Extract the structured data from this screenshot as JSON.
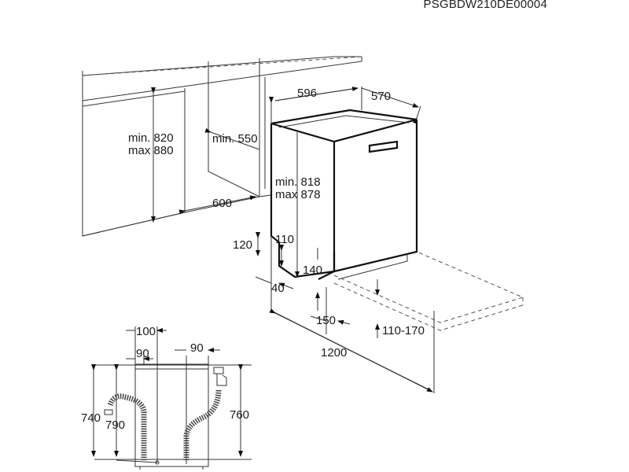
{
  "document_code": "PSGBDW210DE00004",
  "installation_view": {
    "cabinet_height": {
      "min": "min. 820",
      "max": "max 880"
    },
    "niche_depth_min": "min. 550",
    "niche_depth": "600",
    "appliance_width": "596",
    "appliance_depth": "570",
    "appliance_height": {
      "min": "min. 818",
      "max": "max 878"
    },
    "plinth_height": "120",
    "foot_height": "110",
    "plinth_offset": "40",
    "plinth_clearance": "140",
    "plinth_depth": "150",
    "foot_adjust": "110-170",
    "door_opening": "1200"
  },
  "connection_view": {
    "top_left_offset": "100",
    "drain_offset": "90",
    "inlet_offset": "90",
    "drain_height_min": "740",
    "drain_height_max": "790",
    "inlet_height": "760"
  }
}
